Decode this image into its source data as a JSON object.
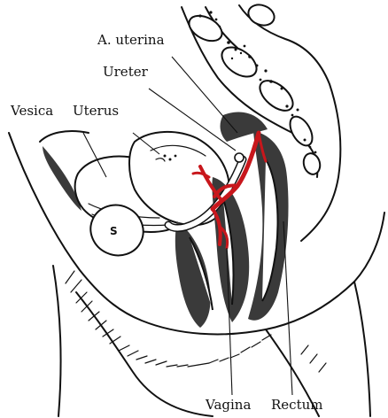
{
  "labels": {
    "a_uterina": "A. uterina",
    "ureter": "Ureter",
    "vesica": "Vesica",
    "uterus": "Uterus",
    "s_marker": "S",
    "vagina": "Vagina",
    "rectum": "Rectum"
  },
  "colors": {
    "ink": "#111111",
    "artery": "#c8171c",
    "paper": "#ffffff"
  }
}
